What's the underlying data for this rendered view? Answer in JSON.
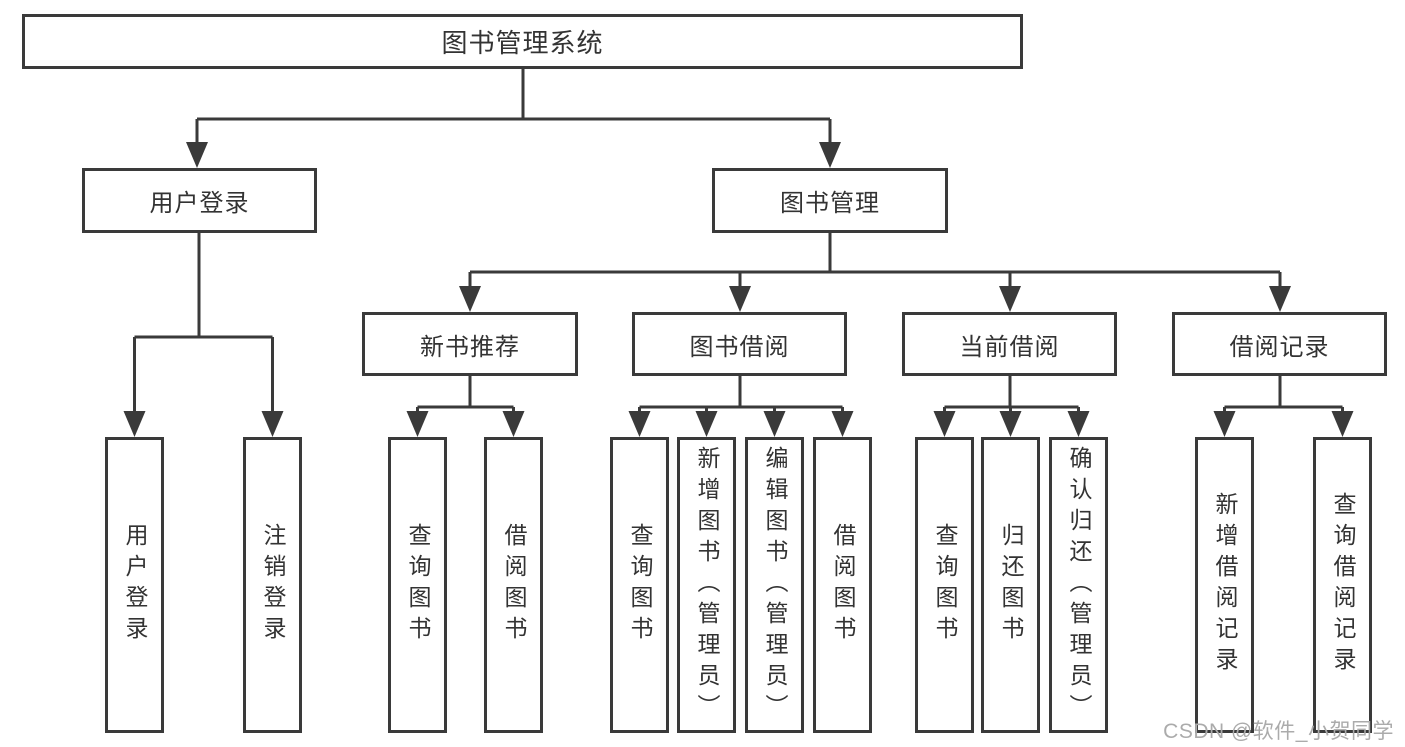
{
  "nodes": {
    "root": "图书管理系统",
    "user_login": "用户登录",
    "book_management": "图书管理",
    "new_book_recommend": "新书推荐",
    "book_borrow": "图书借阅",
    "current_borrow": "当前借阅",
    "borrow_record": "借阅记录",
    "leaf_user_login": "用户登录",
    "leaf_logout_login": "注销登录",
    "leaf_query_book_a": "查询图书",
    "leaf_borrow_book_a": "借阅图书",
    "leaf_query_book_b": "查询图书",
    "leaf_add_book_admin": "新增图书（管理员）",
    "leaf_edit_book_admin": "编辑图书（管理员）",
    "leaf_borrow_book_b": "借阅图书",
    "leaf_query_book_c": "查询图书",
    "leaf_return_book": "归还图书",
    "leaf_confirm_return_admin": "确认归还（管理员）",
    "leaf_add_borrow_record": "新增借阅记录",
    "leaf_query_borrow_record": "查询借阅记录"
  },
  "watermark": "CSDN @软件_小贺同学",
  "colors": {
    "line": "#3a3a3a",
    "text": "#333333",
    "watermark": "#ababab",
    "background": "#ffffff"
  }
}
